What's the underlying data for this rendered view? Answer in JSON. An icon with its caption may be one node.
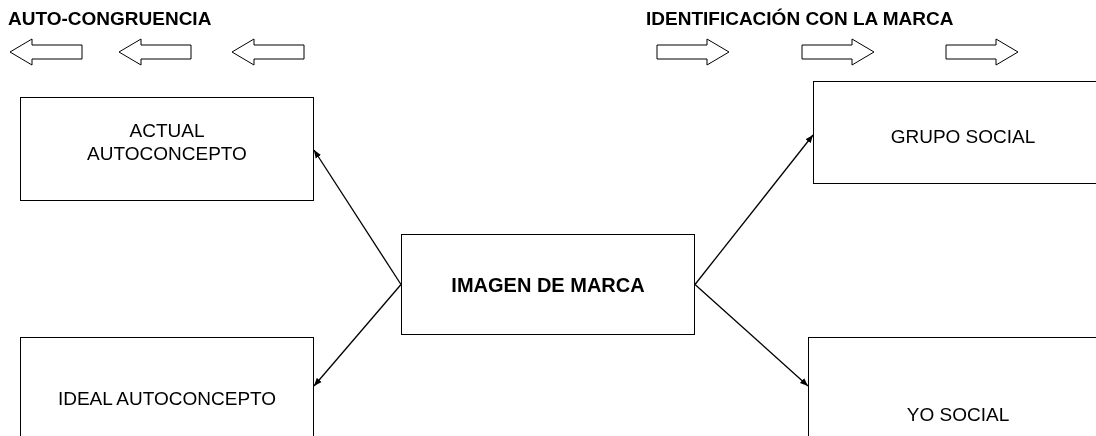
{
  "diagram": {
    "nodes": [
      {
        "text": [
          "ACTUAL AUTOCONCEPTO"
        ]
      },
      {
        "text": [
          "IDEAL AUTOCONCEPTO"
        ]
      },
      {
        "text": [
          "IMAGEN DE MARCA"
        ]
      },
      {
        "text": [
          "GRUPO SOCIAL"
        ]
      },
      {
        "text": [
          "YO SOCIAL"
        ]
      }
    ],
    "edges": [
      {
        "from": 2,
        "to": 0,
        "arrow": "to"
      },
      {
        "from": 2,
        "to": 1,
        "arrow": "to"
      },
      {
        "from": 2,
        "to": 3,
        "arrow": "to"
      },
      {
        "from": 2,
        "to": 4,
        "arrow": "to"
      }
    ],
    "labels": [
      "AUTO-CONGRUENCIA",
      "IDENTIFICACIÓN CON LA MARCA"
    ]
  }
}
